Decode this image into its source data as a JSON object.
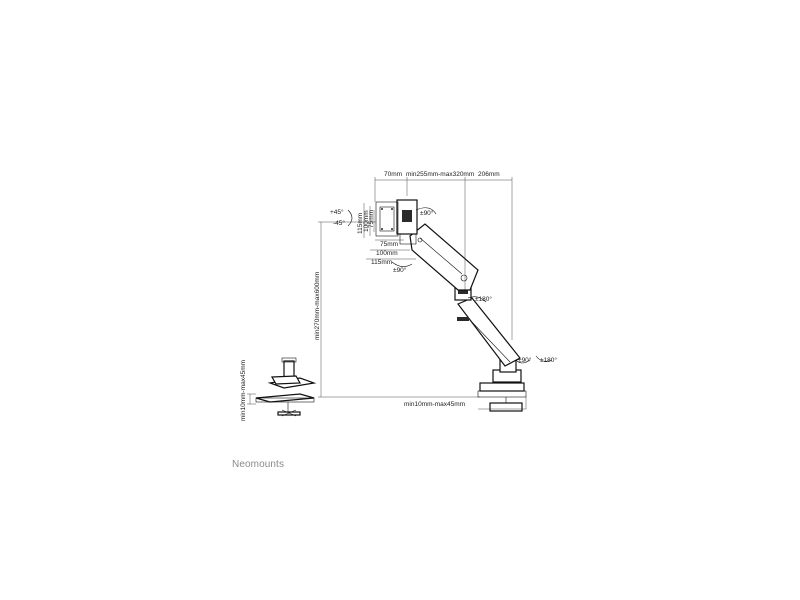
{
  "brand": "Neomounts",
  "dimensions": {
    "top_70": "70mm",
    "top_reach": "min255mm-max320mm",
    "top_206": "206mm",
    "vesa_115": "115mm",
    "vesa_100": "100mm",
    "vesa_75": "75mm",
    "vesa_75b": "75mm",
    "vesa_100b": "100mm",
    "vesa_115b": "115mm",
    "height_range": "min270mm-max600mm",
    "desk_thickness": "min10mm-max45mm",
    "clamp_thickness": "min10mm-max45mm"
  },
  "angles": {
    "tilt_up": "+45°",
    "tilt_down": "-45°",
    "rotate": "±90°",
    "swivel_head": "±90°",
    "swivel_mid": "±180°",
    "swivel_base_a": "±90°",
    "swivel_base_b": "±180°"
  }
}
